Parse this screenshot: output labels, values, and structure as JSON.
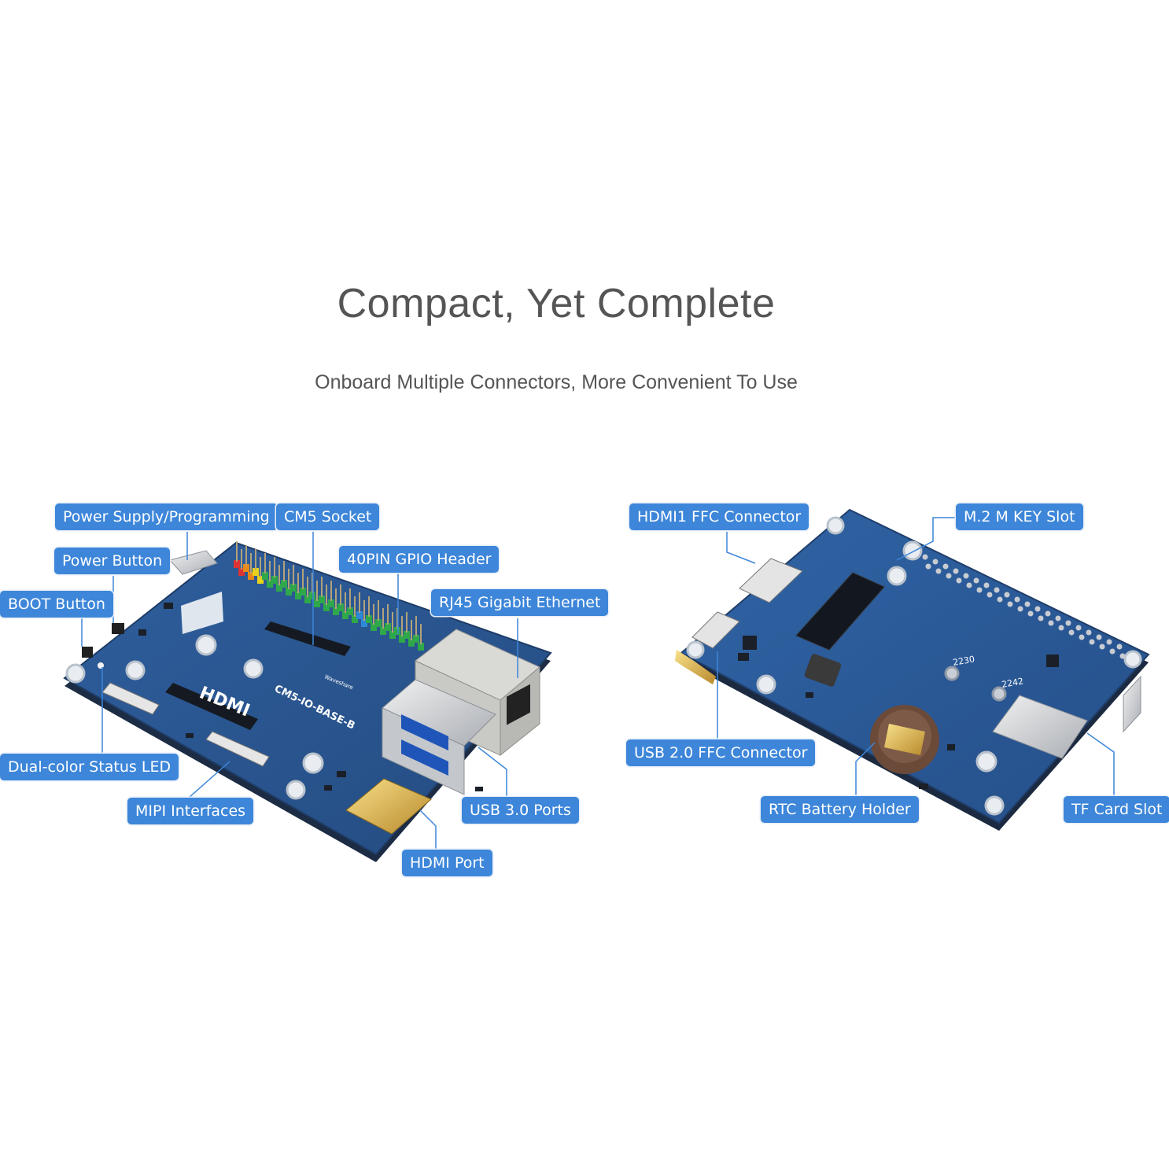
{
  "heading": {
    "title": "Compact, Yet Complete",
    "subtitle": "Onboard Multiple Connectors, More Convenient To Use"
  },
  "colors": {
    "label_background": "#3d86d9",
    "label_text": "#ffffff",
    "board_blue": "#2a5590",
    "leader_line": "#3d86d9"
  },
  "left_board": {
    "model_marking": "CM5-IO-BASE-B",
    "hdmi_marking": "HDMI",
    "brand_marking": "Waveshare",
    "labels": {
      "power_supply": "Power Supply/Programming",
      "cm5_socket": "CM5 Socket",
      "power_button": "Power Button",
      "gpio_header": "40PIN GPIO Header",
      "boot_button": "BOOT Button",
      "rj45": "RJ45 Gigabit Ethernet",
      "status_led": "Dual-color Status LED",
      "mipi": "MIPI Interfaces",
      "usb3": "USB 3.0 Ports",
      "hdmi_port": "HDMI Port"
    }
  },
  "right_board": {
    "mark_2230": "2230",
    "mark_2242": "2242",
    "labels": {
      "hdmi1_ffc": "HDMI1 FFC Connector",
      "m2_slot": "M.2 M KEY Slot",
      "usb2_ffc": "USB 2.0 FFC Connector",
      "rtc_battery": "RTC Battery Holder",
      "tf_slot": "TF Card Slot"
    }
  }
}
